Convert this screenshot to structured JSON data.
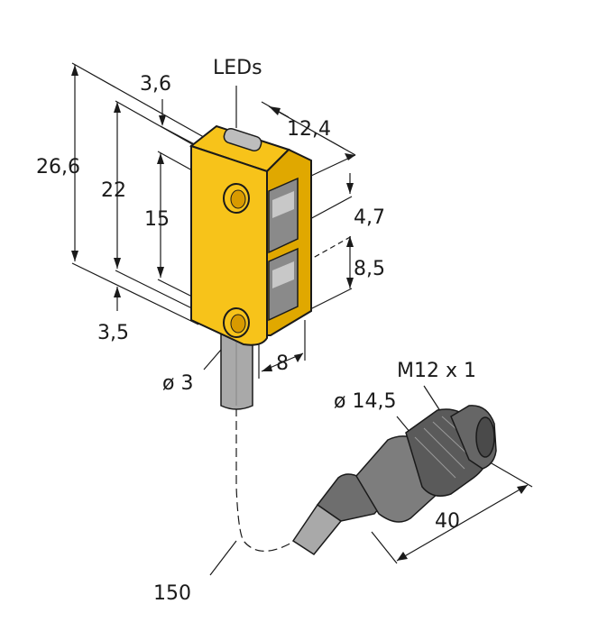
{
  "labels": {
    "leds": "LEDs",
    "dim_3_6": "3,6",
    "dim_12_4": "12,4",
    "dim_26_6": "26,6",
    "dim_22": "22",
    "dim_15": "15",
    "dim_4_7": "4,7",
    "dim_8_5": "8,5",
    "dim_3_5": "3,5",
    "dim_8": "8",
    "cable_dia": "ø 3",
    "thread": "M12 x 1",
    "connector_dia": "ø 14,5",
    "connector_len": "40",
    "cable_len": "150"
  },
  "colors": {
    "housing": "#f7c31a",
    "housing_dark": "#d89a00",
    "lens": "#8a8a8a",
    "cable": "#a9a9a9",
    "connector": "#777777"
  }
}
